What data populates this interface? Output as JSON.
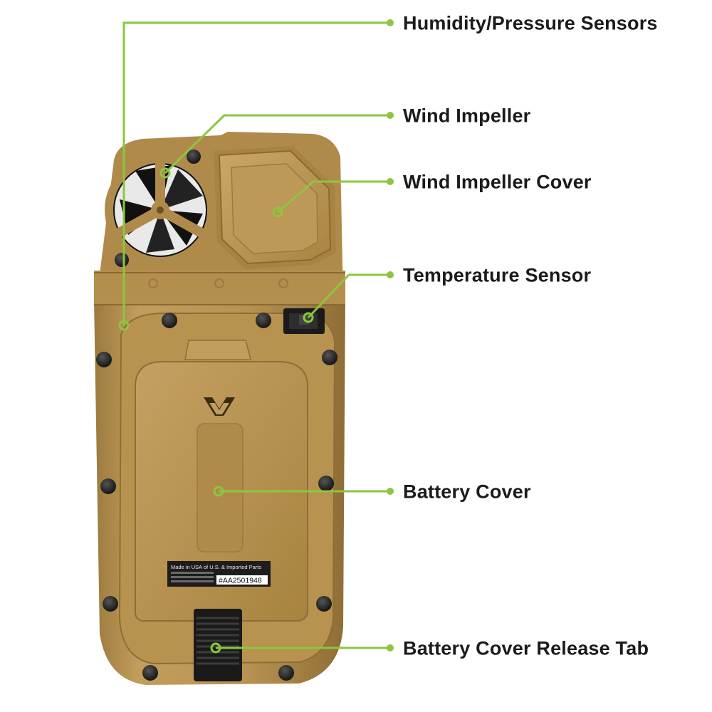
{
  "colors": {
    "accent_line": "#8cc63f",
    "device_body": "#b08a4a",
    "device_body_light": "#c9a364",
    "device_body_dark": "#8a6a34",
    "label_text": "#1b1b1b"
  },
  "callouts": [
    {
      "id": "humidity",
      "label": "Humidity/Pressure Sensors"
    },
    {
      "id": "impeller",
      "label": "Wind Impeller"
    },
    {
      "id": "impeller_cover",
      "label": "Wind Impeller Cover"
    },
    {
      "id": "temperature",
      "label": "Temperature Sensor"
    },
    {
      "id": "battery_cover",
      "label": "Battery Cover"
    },
    {
      "id": "release_tab",
      "label": "Battery Cover Release Tab"
    }
  ],
  "device": {
    "brand_logo": "vortex-logo",
    "product_label": {
      "line1": "Made in USA of U.S. & Imported Parts",
      "serial": "#AA2501948"
    }
  }
}
